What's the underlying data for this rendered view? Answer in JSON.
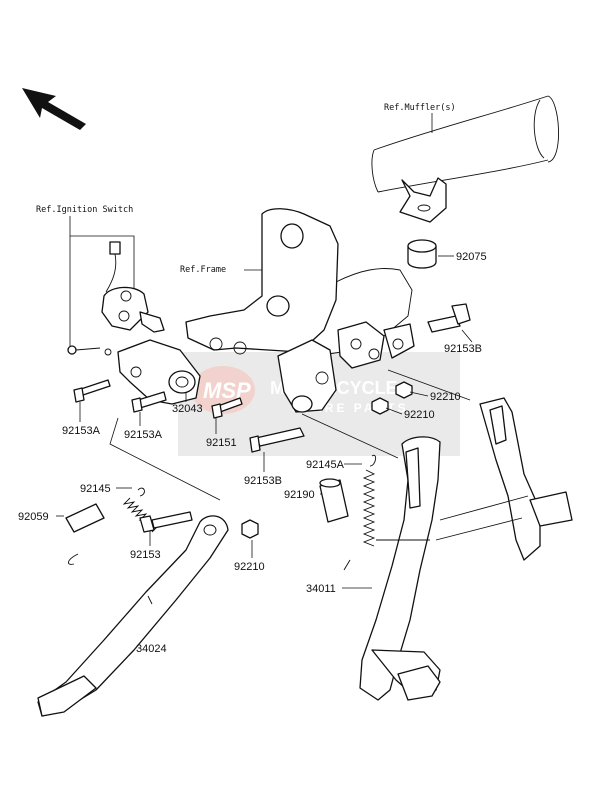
{
  "references": {
    "muffler": "Ref.Muffler(s)",
    "ignition_switch": "Ref.Ignition Switch",
    "frame": "Ref.Frame"
  },
  "watermark": {
    "logo": "MSP",
    "brand": "MOTORCYCLE",
    "sub": "SPARE PARTS"
  },
  "parts": {
    "p92075": "92075",
    "p92153B_top": "92153B",
    "p92210_a": "92210",
    "p92210_b": "92210",
    "p92153A_left": "92153A",
    "p92153A_mid": "92153A",
    "p32043": "32043",
    "p92151": "92151",
    "p92153B_low": "92153B",
    "p92145A": "92145A",
    "p92190": "92190",
    "p92145": "92145",
    "p92059": "92059",
    "p92153": "92153",
    "p92210_c": "92210",
    "p34011": "34011",
    "p34024": "34024"
  },
  "colors": {
    "line": "#111111",
    "watermark_logo": "#e8a79a",
    "watermark_band": "#d8d8d8"
  }
}
